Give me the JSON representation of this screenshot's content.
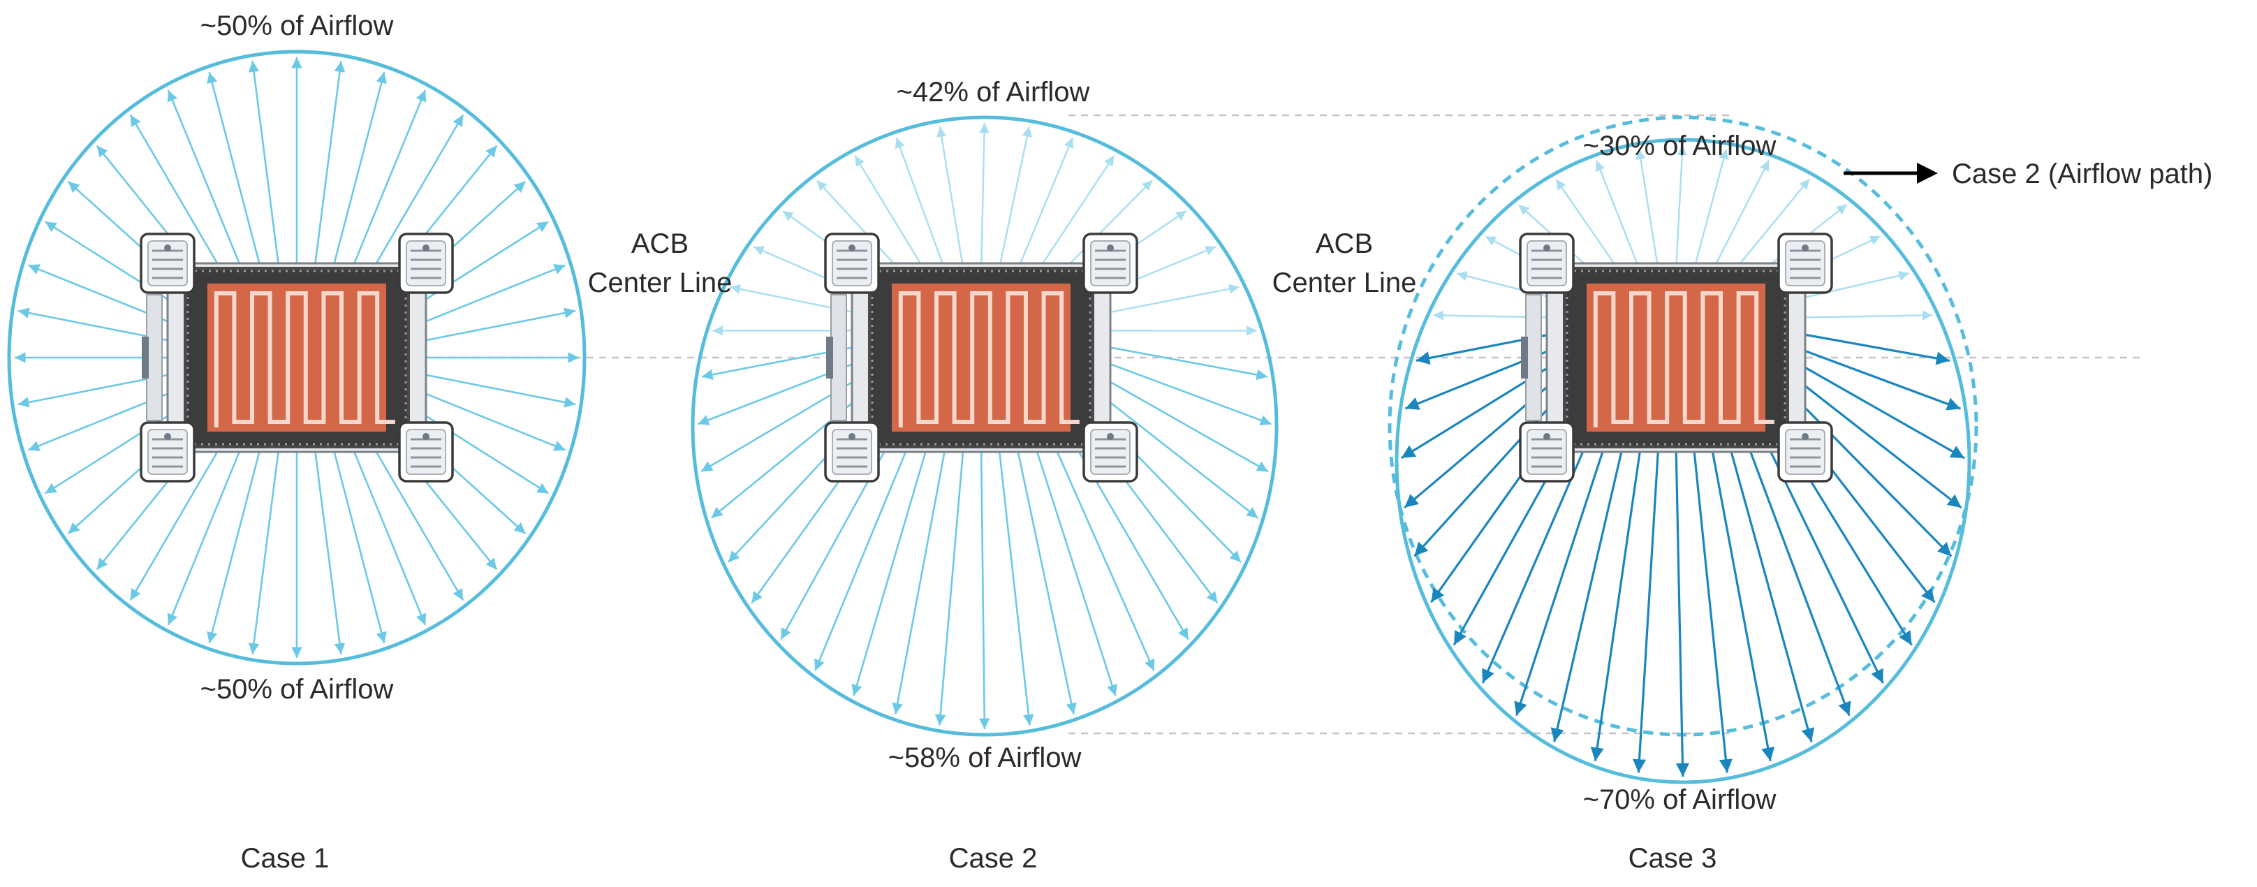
{
  "colors": {
    "light_arrow": "#6cc9e5",
    "pale_arrow": "#a9def0",
    "dark_arrow": "#1a86bd",
    "circle": "#55bcdc",
    "dash_guide": "#c4c4c4",
    "coil": "#d46748",
    "coil_line": "#f6d7cc",
    "frame": "#4a4a4a",
    "black_arrow": "#000000"
  },
  "icons": [
    "diffuser-coil-icon",
    "corner-nozzle-icon",
    "airflow-arrow-icon"
  ],
  "labels": {
    "acb_center_line_1": [
      "ACB",
      "Center Line"
    ],
    "acb_center_line_2": [
      "ACB",
      "Center Line"
    ],
    "case2_path_label": "Case 2 (Airflow path)"
  },
  "cases": [
    {
      "name": "Case 1",
      "top_label": "~50% of Airflow",
      "bottom_label": "~50% of Airflow"
    },
    {
      "name": "Case 2",
      "top_label": "~42% of Airflow",
      "bottom_label": "~58% of Airflow"
    },
    {
      "name": "Case 3",
      "top_label": "~30% of Airflow",
      "bottom_label": "~70% of Airflow"
    }
  ]
}
